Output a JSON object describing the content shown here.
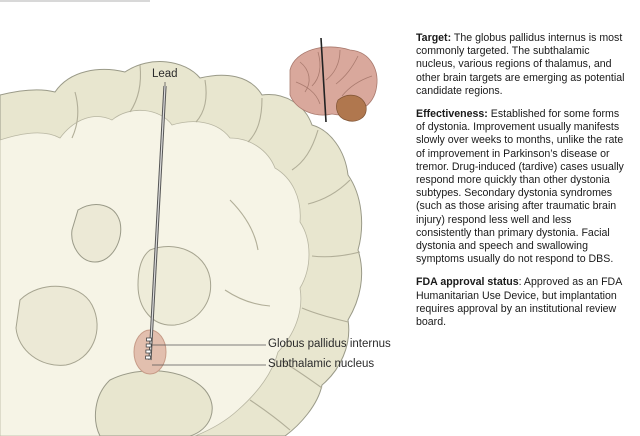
{
  "labels": {
    "lead": "Lead",
    "gpi": "Globus pallidus internus",
    "stn": "Subthalamic nucleus"
  },
  "text": {
    "target": {
      "heading": "Target:",
      "body": " The globus pallidus internus is most commonly targeted. The subthalamic nucleus, various regions of thalamus, and other brain targets are emerging as potential candidate regions."
    },
    "effectiveness": {
      "heading": "Effectiveness:",
      "body": " Established for some forms of dystonia. Improvement usually manifests slowly over weeks to months, unlike the rate of improvement in Parkinson’s disease or tremor. Drug-induced (tardive) cases usually respond more quickly than other dystonia subtypes. Secondary dystonia syndromes (such as those arising after traumatic brain injury) respond less well and less consistently than primary dystonia. Facial dystonia and speech and swallowing symptoms usually do not respond to DBS."
    },
    "fda": {
      "heading": "FDA approval status",
      "body": ": Approved as an FDA Humanitarian Use Device, but implantation requires approval by an institutional review board."
    }
  },
  "colors": {
    "cortex": "#e8e6cf",
    "cortex_outline": "#9a9a88",
    "white_matter": "#f6f4e6",
    "nucleus": "#e2bfae",
    "brain_icon": "#d9a89c",
    "cerebellum": "#b0774e"
  }
}
